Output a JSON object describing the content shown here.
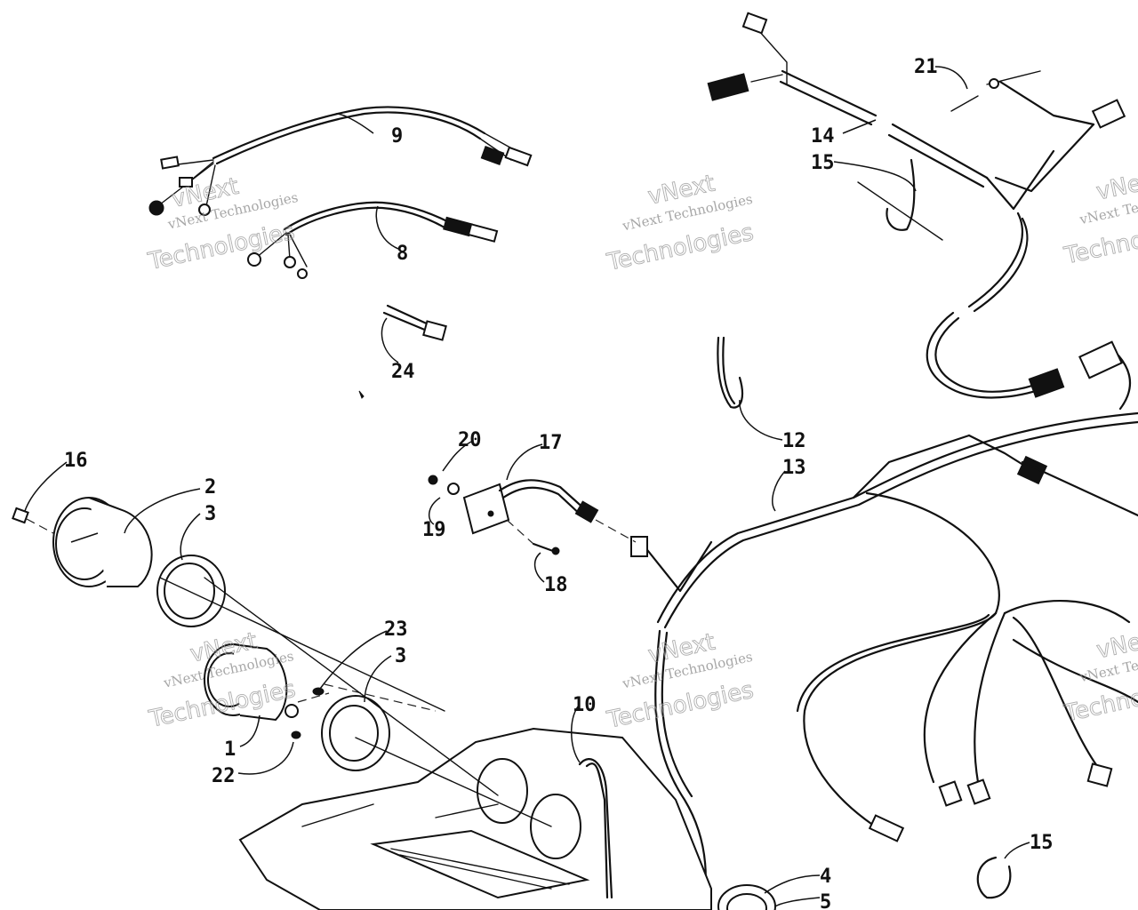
{
  "callouts": {
    "c1": "1",
    "c2": "2",
    "c3a": "3",
    "c3b": "3",
    "c4": "4",
    "c5": "5",
    "c8": "8",
    "c9": "9",
    "c10": "10",
    "c12": "12",
    "c13": "13",
    "c14": "14",
    "c15a": "15",
    "c15b": "15",
    "c16": "16",
    "c17": "17",
    "c18": "18",
    "c19": "19",
    "c20": "20",
    "c21": "21",
    "c22": "22",
    "c23": "23",
    "c24": "24"
  },
  "watermark": {
    "line1": "vNext Technologies",
    "line2": "Technologies",
    "accent": "vNext"
  }
}
